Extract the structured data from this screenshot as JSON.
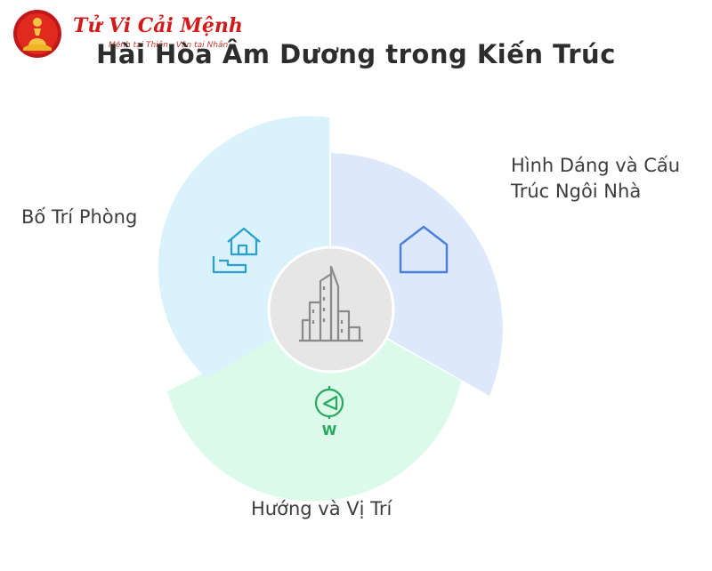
{
  "logo": {
    "title": "Tử Vi Cải Mệnh",
    "slogan": "Mệnh tại Thiên - Vận tại Nhân"
  },
  "title": "Hài Hòa Âm Dương trong Kiến Trúc",
  "segments": [
    {
      "label": "Hình Dáng và Cấu Trúc Ngôi Nhà",
      "icon": "house-outline-icon",
      "color": "#dde8fb",
      "icon_color": "#4a7fd9"
    },
    {
      "label": "Hướng và Vị Trí",
      "icon": "compass-icon",
      "color": "#dcfae9",
      "icon_color": "#27a85f",
      "icon_text": "W"
    },
    {
      "label": "Bố Trí Phòng",
      "icon": "room-layout-icon",
      "color": "#d9f2fb",
      "icon_color": "#2a9fd0"
    }
  ],
  "center": {
    "icon": "skyscraper-buildings-icon",
    "color": "#e6e6e6",
    "icon_color": "#8a8a8a"
  }
}
